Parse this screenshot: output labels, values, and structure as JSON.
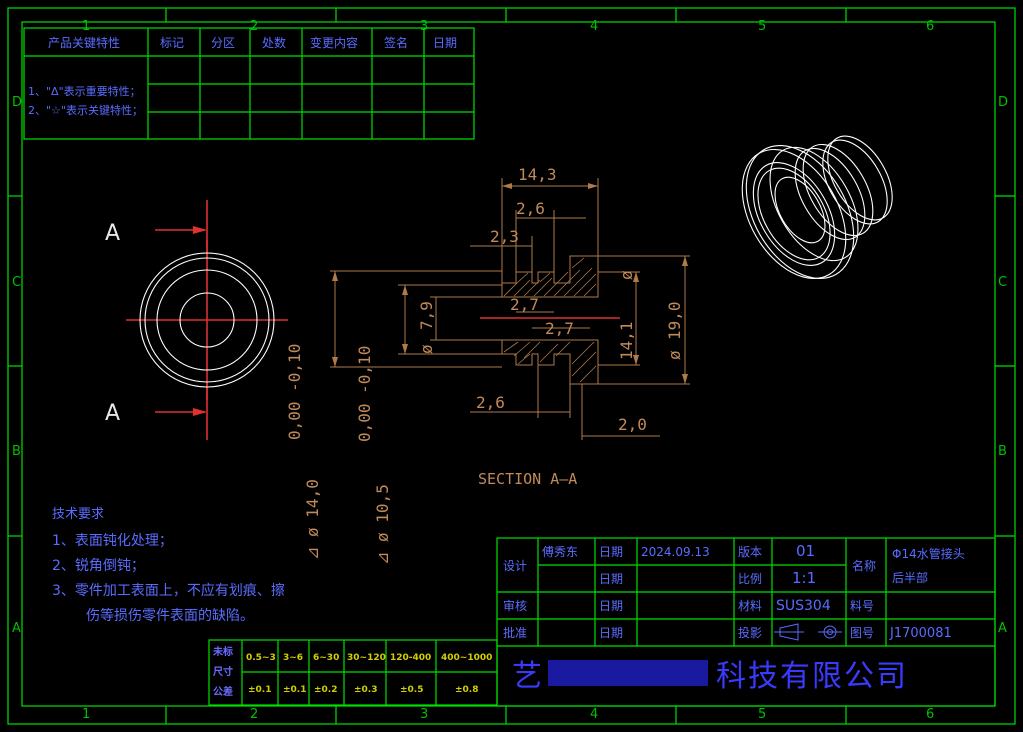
{
  "border": {
    "top_zones": [
      "1",
      "2",
      "3",
      "4",
      "5",
      "6"
    ],
    "bottom_zones": [
      "1",
      "2",
      "3",
      "4",
      "5",
      "6"
    ],
    "side_zones": [
      "D",
      "C",
      "B",
      "A"
    ]
  },
  "revision_table": {
    "headers": [
      "产品关键特性",
      "标记",
      "分区",
      "处数",
      "变更内容",
      "签名",
      "日期"
    ],
    "notes": [
      "1、\"Δ\"表示重要特性；",
      "2、\"☆\"表示关键特性；"
    ]
  },
  "section_labels": {
    "a_top": "A",
    "a_bottom": "A",
    "section_title": "SECTION  A—A"
  },
  "dimensions": {
    "d143": "14,3",
    "d26a": "2,6",
    "d23": "2,3",
    "d79": "7,9",
    "d27a": "2,7",
    "d27b": "2,7",
    "d141": "14,1",
    "d190": "19,0",
    "d26b": "2,6",
    "d20": "2,0",
    "v1_main": "⊿ ø 14,0",
    "v1_tol": "0,00  -0,10",
    "v2_main": "⊿ ø 10,5",
    "v2_tol": "0,00  -0,10",
    "phi1": "ø",
    "phi2": "ø",
    "phi3": "ø"
  },
  "tech_requirements": {
    "title": "技术要求",
    "items": [
      "1、表面钝化处理；",
      "2、锐角倒钝；",
      "3、零件加工表面上，不应有划痕、擦",
      "伤等损伤零件表面的缺陷。"
    ]
  },
  "tolerance_table": {
    "row_label_top": "未标",
    "row_label_mid": "尺寸",
    "row_label_bot": "公差",
    "ranges": [
      "0.5~3",
      "3~6",
      "6~30",
      "30~120",
      "120-400",
      "400~1000"
    ],
    "values": [
      "±0.1",
      "±0.1",
      "±0.2",
      "±0.3",
      "±0.5",
      "±0.8"
    ]
  },
  "title_block": {
    "design_label": "设计",
    "designer": "傅秀东",
    "date_label": "日期",
    "date_value": "2024.09.13",
    "version_label": "版本",
    "version_value": "01",
    "name_label": "名称",
    "part_name_1": "Φ14水管接头",
    "part_name_2": "后半部",
    "date_label_2": "日期",
    "scale_label": "比例",
    "scale_value": "1:1",
    "check_label": "审核",
    "date_label_3": "日期",
    "material_label": "材料",
    "material_value": "SUS304",
    "part_no_label": "料号",
    "approve_label": "批准",
    "date_label_4": "日期",
    "projection_label": "投影",
    "drawing_no_label": "图号",
    "drawing_no": "J1700081",
    "company_prefix": "艺",
    "company_suffix": "科技有限公司"
  },
  "colors": {
    "frame": "#00e000",
    "part": "#ffffff",
    "dimension": "#b07a4a",
    "centerline": "#e03030",
    "text": "#5a6cff"
  }
}
